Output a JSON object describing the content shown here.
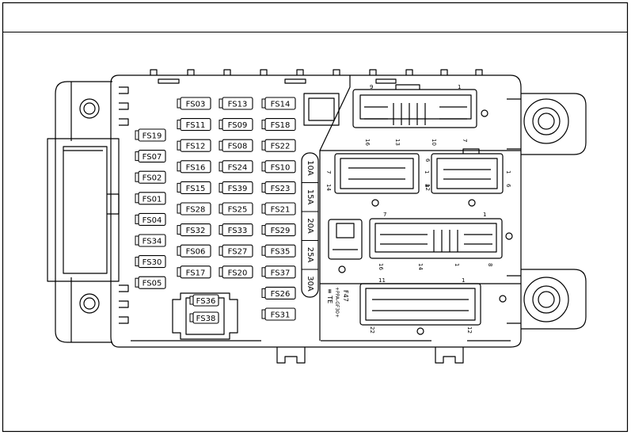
{
  "fuses_col1": [
    "FS19",
    "FS07",
    "FS02",
    "FS01",
    "FS04",
    "FS34",
    "FS30",
    "FS05"
  ],
  "fuses_col2": [
    "FS03",
    "FS11",
    "FS12",
    "FS16",
    "FS15",
    "FS28",
    "FS32",
    "FS06",
    "FS17"
  ],
  "fuses_col3": [
    "FS13",
    "FS09",
    "FS08",
    "FS24",
    "FS39",
    "FS25",
    "FS33",
    "FS27",
    "FS20"
  ],
  "fuses_col4": [
    "FS14",
    "FS18",
    "FS22",
    "FS10",
    "FS23",
    "FS21",
    "FS29",
    "FS35",
    "FS37",
    "FS26",
    "FS31"
  ],
  "fuses_relay_pair": [
    "FS36",
    "FS38"
  ],
  "ratings": [
    "10A",
    "15A",
    "20A",
    "25A",
    "30A"
  ],
  "connector_top": {
    "pins": [
      "16",
      "13",
      "10",
      "7"
    ],
    "top_marks": [
      "9",
      "1"
    ]
  },
  "connector_mid_left": {
    "left": [
      "7",
      "14"
    ],
    "right": [
      "1",
      "8"
    ]
  },
  "connector_mid_right": {
    "left": [
      "6",
      "12"
    ],
    "right": [
      "1",
      "6"
    ]
  },
  "connector_large": {
    "top": [
      "7",
      "1"
    ],
    "bottom": [
      "16",
      "14",
      "1",
      "8"
    ]
  },
  "connector_bottom": {
    "top": [
      "11",
      "1"
    ],
    "bottom": [
      "22",
      "12"
    ]
  },
  "part_marks": [
    "≡ TE",
    "+PPA-GF30+",
    "F47"
  ]
}
